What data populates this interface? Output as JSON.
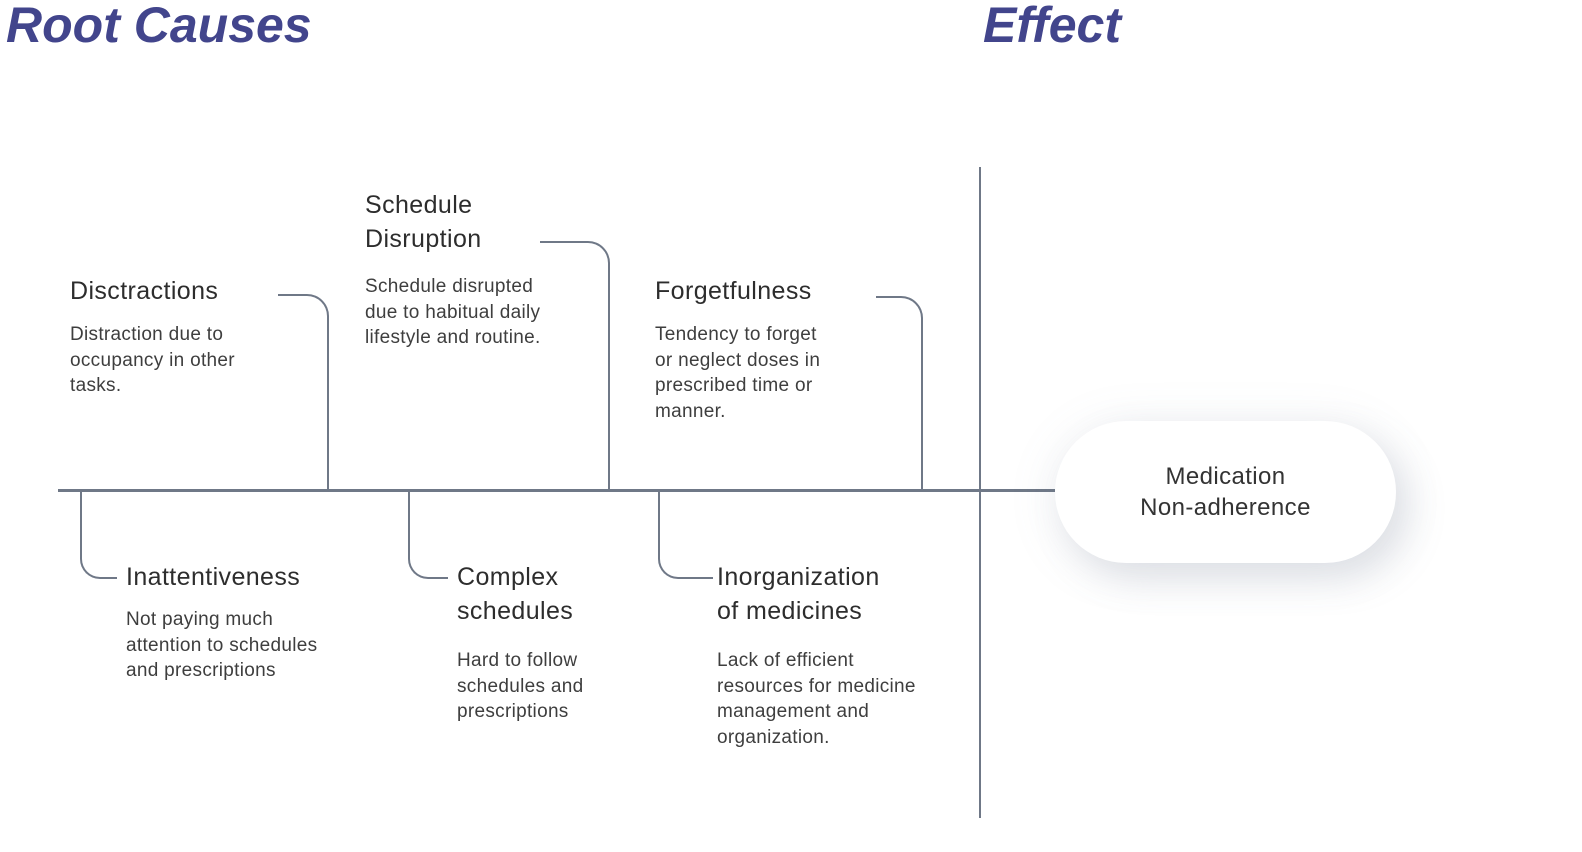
{
  "headings": {
    "left": "Root Causes",
    "right": "Effect"
  },
  "causes_above": [
    {
      "title": "Disctractions",
      "description": "Distraction due to\noccupancy in other\ntasks."
    },
    {
      "title": "Schedule\nDisruption",
      "description": "Schedule disrupted\ndue to habitual daily\nlifestyle and routine."
    },
    {
      "title": "Forgetfulness",
      "description": "Tendency to forget\nor neglect doses in\nprescribed time or\nmanner."
    }
  ],
  "causes_below": [
    {
      "title": "Inattentiveness",
      "description": "Not paying much\nattention to schedules\nand prescriptions"
    },
    {
      "title": "Complex\nschedules",
      "description": "Hard to follow\nschedules and\nprescriptions"
    },
    {
      "title": "Inorganization\nof medicines",
      "description": "Lack of efficient\nresources for medicine\nmanagement and\norganization."
    }
  ],
  "effect": {
    "label": "Medication\nNon-adherence"
  },
  "colors": {
    "heading": "#42458c",
    "line": "#6f7887",
    "title_text": "#2d2d2d",
    "body_text": "#3e3e3e",
    "pill_background": "#ffffff"
  }
}
